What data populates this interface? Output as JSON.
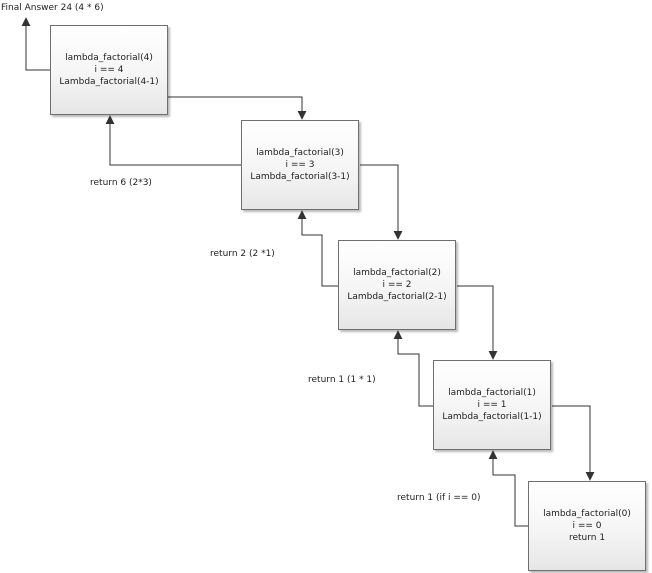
{
  "final_answer": "Final Answer 24 (4 * 6)",
  "boxes": [
    {
      "call": "lambda_factorial(4)",
      "cond": "i == 4",
      "next": "Lambda_factorial(4-1)"
    },
    {
      "call": "lambda_factorial(3)",
      "cond": "i == 3",
      "next": "Lambda_factorial(3-1)"
    },
    {
      "call": "lambda_factorial(2)",
      "cond": "i == 2",
      "next": "Lambda_factorial(2-1)"
    },
    {
      "call": "lambda_factorial(1)",
      "cond": "i == 1",
      "next": "Lambda_factorial(1-1)"
    },
    {
      "call": "lambda_factorial(0)",
      "cond": "i == 0",
      "next": "return 1"
    }
  ],
  "returns": [
    "return 6 (2*3)",
    "return 2 (2 *1)",
    "return 1 (1 * 1)",
    "return 1 (if i == 0)"
  ],
  "colors": {
    "arrow": "#333333",
    "border": "#6f6f6f"
  }
}
